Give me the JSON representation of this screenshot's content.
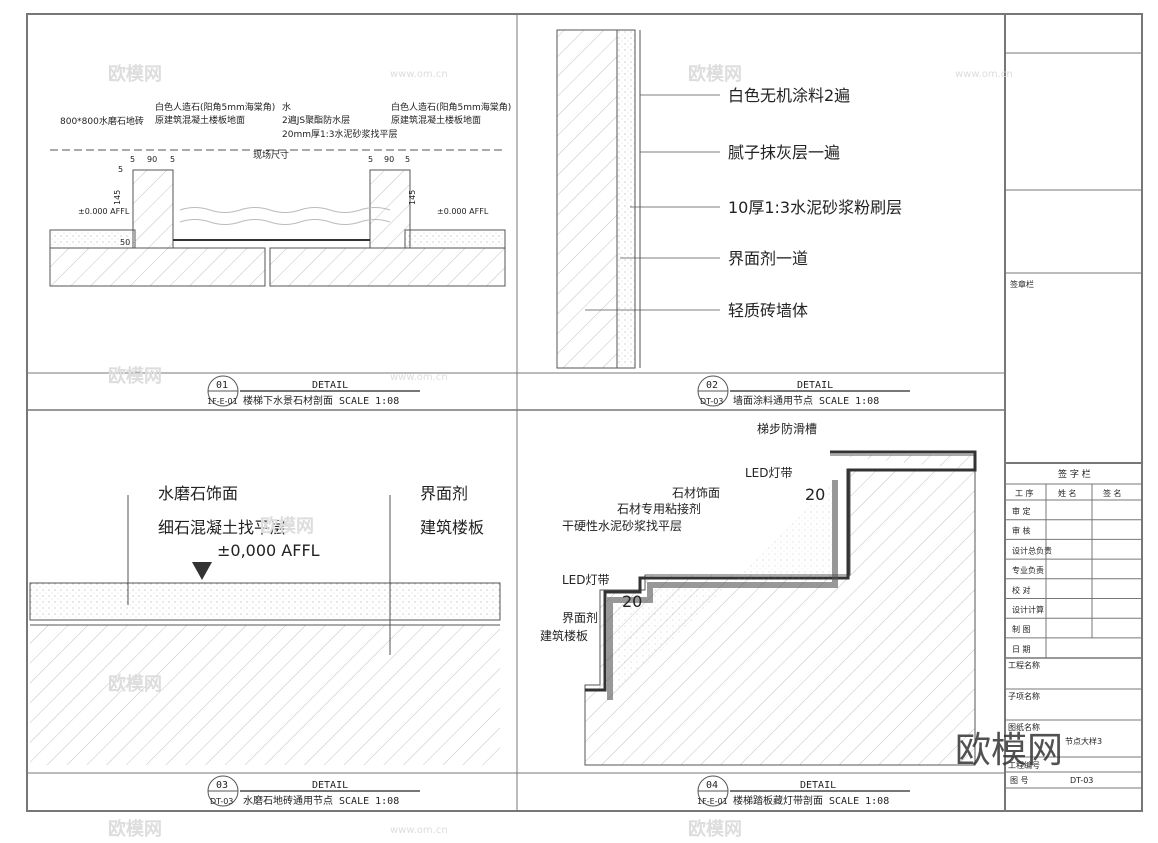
{
  "panels": [
    {
      "number": "01",
      "ref": "1F-E-01",
      "detail": "DETAIL",
      "title": "楼梯下水景石材剖面 SCALE 1:08",
      "labels": [
        "800*800水磨石地砖",
        "白色人造石(阳角5mm海棠角)",
        "原建筑混凝土楼板地面",
        "水",
        "2遍JS聚酯防水层",
        "20mm厚1:3水泥砂浆找平层",
        "白色人造石(阳角5mm海棠角)",
        "原建筑混凝土楼板地面",
        "现场尺寸",
        "±0.000 AFFL",
        "±0.000 AFFL"
      ],
      "dims": [
        "5",
        "90",
        "5",
        "5",
        "90",
        "5",
        "145",
        "145",
        "5",
        "50"
      ]
    },
    {
      "number": "02",
      "ref": "DT-03",
      "detail": "DETAIL",
      "title": "墙面涂料通用节点 SCALE 1:08",
      "labels": [
        "白色无机涂料2遍",
        "腻子抹灰层一遍",
        "10厚1:3水泥砂浆粉刷层",
        "界面剂一道",
        "轻质砖墙体"
      ]
    },
    {
      "number": "03",
      "ref": "DT-03",
      "detail": "DETAIL",
      "title": "水磨石地砖通用节点 SCALE 1:08",
      "labels": [
        "水磨石饰面",
        "细石混凝土找平层",
        "±0,000 AFFL",
        "界面剂",
        "建筑楼板"
      ]
    },
    {
      "number": "04",
      "ref": "1F-E-01",
      "detail": "DETAIL",
      "title": "楼梯踏板藏灯带剖面 SCALE 1:08",
      "labels": [
        "梯步防滑槽",
        "LED灯带",
        "石材饰面",
        "石材专用粘接剂",
        "干硬性水泥砂浆找平层",
        "LED灯带",
        "界面剂",
        "建筑楼板"
      ],
      "dims": [
        "20",
        "20"
      ]
    }
  ],
  "title_block": {
    "stamp_label": "签章栏",
    "sign_header": "签 字 栏",
    "columns": [
      "工 序",
      "姓 名",
      "签 名"
    ],
    "rows": [
      "审 定",
      "审 核",
      "设计总负责",
      "专业负责",
      "校 对",
      "设计计算",
      "制 图",
      "日 期"
    ],
    "project_name": "工程名称",
    "sub_name": "子项名称",
    "drawing_name_label": "图纸名称",
    "drawing_name_value": "节点大样3",
    "project_no": "工程编号",
    "drawing_no_label": "图 号",
    "drawing_no_value": "DT-03"
  },
  "watermark": {
    "logo": "欧模网",
    "site": "www.om.cn"
  }
}
